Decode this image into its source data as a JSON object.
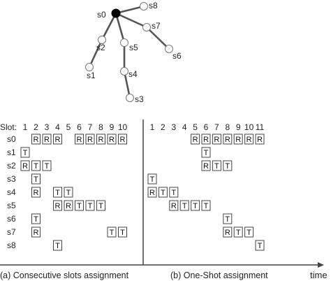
{
  "tree": {
    "root": "s0",
    "nodes": [
      {
        "id": "s0",
        "label": "s0"
      },
      {
        "id": "s8",
        "label": "s8"
      },
      {
        "id": "s7",
        "label": "s7"
      },
      {
        "id": "s6",
        "label": "s6"
      },
      {
        "id": "s2",
        "label": "s2"
      },
      {
        "id": "s1",
        "label": "s1"
      },
      {
        "id": "s5",
        "label": "s5"
      },
      {
        "id": "s4",
        "label": "s4"
      },
      {
        "id": "s3",
        "label": "s3"
      }
    ],
    "edges": [
      [
        "s0",
        "s8"
      ],
      [
        "s0",
        "s7"
      ],
      [
        "s7",
        "s6"
      ],
      [
        "s0",
        "s2"
      ],
      [
        "s2",
        "s1"
      ],
      [
        "s0",
        "s5"
      ],
      [
        "s5",
        "s4"
      ],
      [
        "s4",
        "s3"
      ]
    ]
  },
  "schedule": {
    "slot_label": "Slot:",
    "rows": [
      "s0",
      "s1",
      "s2",
      "s3",
      "s4",
      "s5",
      "s6",
      "s7",
      "s8"
    ],
    "panels": [
      {
        "id": "consecutive",
        "caption": "(a) Consecutive slots assignment",
        "slots": [
          "1",
          "2",
          "3",
          "4",
          "5",
          "6",
          "7",
          "8",
          "9",
          "10"
        ],
        "cells": {
          "s0": [
            [
              "2",
              "R"
            ],
            [
              "3",
              "R"
            ],
            [
              "4",
              "R"
            ],
            [
              "6",
              "R"
            ],
            [
              "7",
              "R"
            ],
            [
              "8",
              "R"
            ],
            [
              "9",
              "R"
            ],
            [
              "10",
              "R"
            ]
          ],
          "s1": [
            [
              "1",
              "T"
            ]
          ],
          "s2": [
            [
              "1",
              "R"
            ],
            [
              "2",
              "T"
            ],
            [
              "3",
              "T"
            ]
          ],
          "s3": [
            [
              "2",
              "T"
            ]
          ],
          "s4": [
            [
              "2",
              "R"
            ],
            [
              "4",
              "T"
            ],
            [
              "5",
              "T"
            ]
          ],
          "s5": [
            [
              "4",
              "R"
            ],
            [
              "5",
              "R"
            ],
            [
              "6",
              "T"
            ],
            [
              "7",
              "T"
            ],
            [
              "8",
              "T"
            ]
          ],
          "s6": [
            [
              "2",
              "T"
            ]
          ],
          "s7": [
            [
              "2",
              "R"
            ],
            [
              "9",
              "T"
            ],
            [
              "10",
              "T"
            ]
          ],
          "s8": [
            [
              "4",
              "T"
            ]
          ]
        }
      },
      {
        "id": "oneshot",
        "caption": "(b) One-Shot assignment",
        "slots": [
          "1",
          "2",
          "3",
          "4",
          "5",
          "6",
          "7",
          "8",
          "9",
          "10",
          "11"
        ],
        "cells": {
          "s0": [
            [
              "5",
              "R"
            ],
            [
              "6",
              "R"
            ],
            [
              "7",
              "R"
            ],
            [
              "8",
              "R"
            ],
            [
              "9",
              "R"
            ],
            [
              "10",
              "R"
            ],
            [
              "11",
              "R"
            ]
          ],
          "s1": [
            [
              "6",
              "T"
            ]
          ],
          "s2": [
            [
              "6",
              "R"
            ],
            [
              "7",
              "T"
            ],
            [
              "8",
              "T"
            ]
          ],
          "s3": [
            [
              "1",
              "T"
            ]
          ],
          "s4": [
            [
              "1",
              "R"
            ],
            [
              "2",
              "T"
            ],
            [
              "3",
              "T"
            ]
          ],
          "s5": [
            [
              "3",
              "R"
            ],
            [
              "4",
              "T"
            ],
            [
              "5",
              "T"
            ],
            [
              "6",
              "T"
            ]
          ],
          "s6": [
            [
              "8",
              "T"
            ]
          ],
          "s7": [
            [
              "8",
              "R"
            ],
            [
              "9",
              "T"
            ],
            [
              "10",
              "T"
            ]
          ],
          "s8": [
            [
              "11",
              "T"
            ]
          ]
        }
      }
    ],
    "axis_label": "time"
  }
}
